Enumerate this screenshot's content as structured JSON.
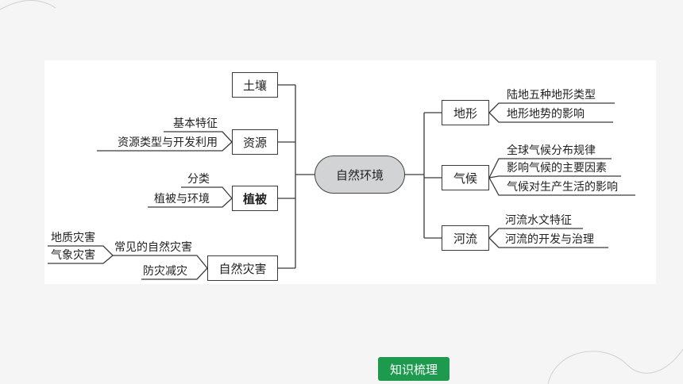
{
  "center": "自然环境",
  "left": {
    "soil": {
      "label": "土壤"
    },
    "resources": {
      "label": "资源",
      "items": [
        "基本特征",
        "资源类型与开发利用"
      ]
    },
    "vegetation": {
      "label": "植被",
      "items": [
        "分类",
        "植被与环境"
      ]
    },
    "disasters": {
      "label": "自然灾害",
      "common": "常见的自然灾害",
      "common_items": [
        "地质灾害",
        "气象灾害"
      ],
      "prevention": "防灾减灾"
    }
  },
  "right": {
    "landform": {
      "label": "地形",
      "items": [
        "陆地五种地形类型",
        "地形地势的影响"
      ]
    },
    "climate": {
      "label": "气候",
      "items": [
        "全球气候分布规律",
        "影响气候的主要因素",
        "气候对生产生活的影响"
      ]
    },
    "river": {
      "label": "河流",
      "items": [
        "河流水文特征",
        "河流的开发与治理"
      ]
    }
  },
  "footer": {
    "tag": "知识梳理"
  },
  "colors": {
    "accent": "#1e9a4e",
    "center_fill": "#d2d3d4",
    "line": "#3a3a3a"
  }
}
